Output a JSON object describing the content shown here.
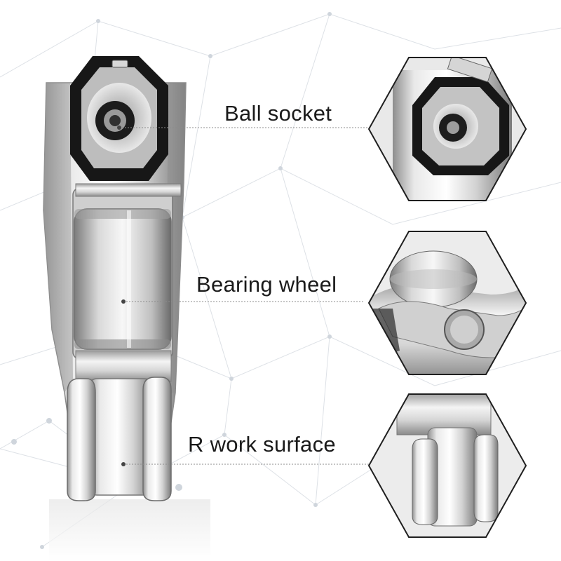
{
  "callouts": [
    {
      "id": "ball-socket",
      "text": "Ball socket"
    },
    {
      "id": "bearing-wheel",
      "text": "Bearing wheel"
    },
    {
      "id": "r-work-surface",
      "text": "R work surface"
    }
  ],
  "colors": {
    "background": "#ffffff",
    "metal_light": "#ededed",
    "metal_mid": "#bdbdbd",
    "metal_dark": "#6f6f6f",
    "socket_black": "#161616",
    "hex_frame": "#1f1f1f",
    "leader_line": "#8c8c8c",
    "network": "#d9dde3"
  }
}
